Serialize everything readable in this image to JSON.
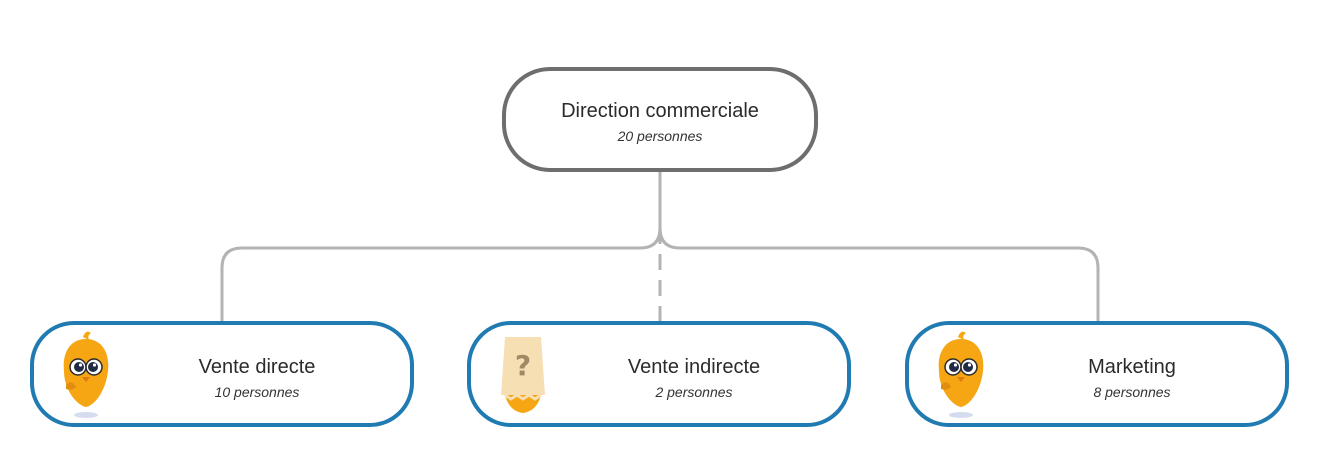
{
  "diagram": {
    "root": {
      "title": "Direction commerciale",
      "count": "20 personnes"
    },
    "children": [
      {
        "title": "Vente directe",
        "count": "10 personnes",
        "avatar": "chick-mascot-icon"
      },
      {
        "title": "Vente indirecte",
        "count": "2 personnes",
        "avatar": "unknown-placeholder-icon"
      },
      {
        "title": "Marketing",
        "count": "8 personnes",
        "avatar": "chick-mascot-icon"
      }
    ],
    "connector_styles": [
      "solid",
      "dashed",
      "solid"
    ],
    "colors": {
      "root_border": "#6e6e6e",
      "child_border": "#1f7bb1",
      "connector": "#b3b3b3",
      "mascot": "#f5a612",
      "placeholder": "#f7dfb4"
    }
  }
}
